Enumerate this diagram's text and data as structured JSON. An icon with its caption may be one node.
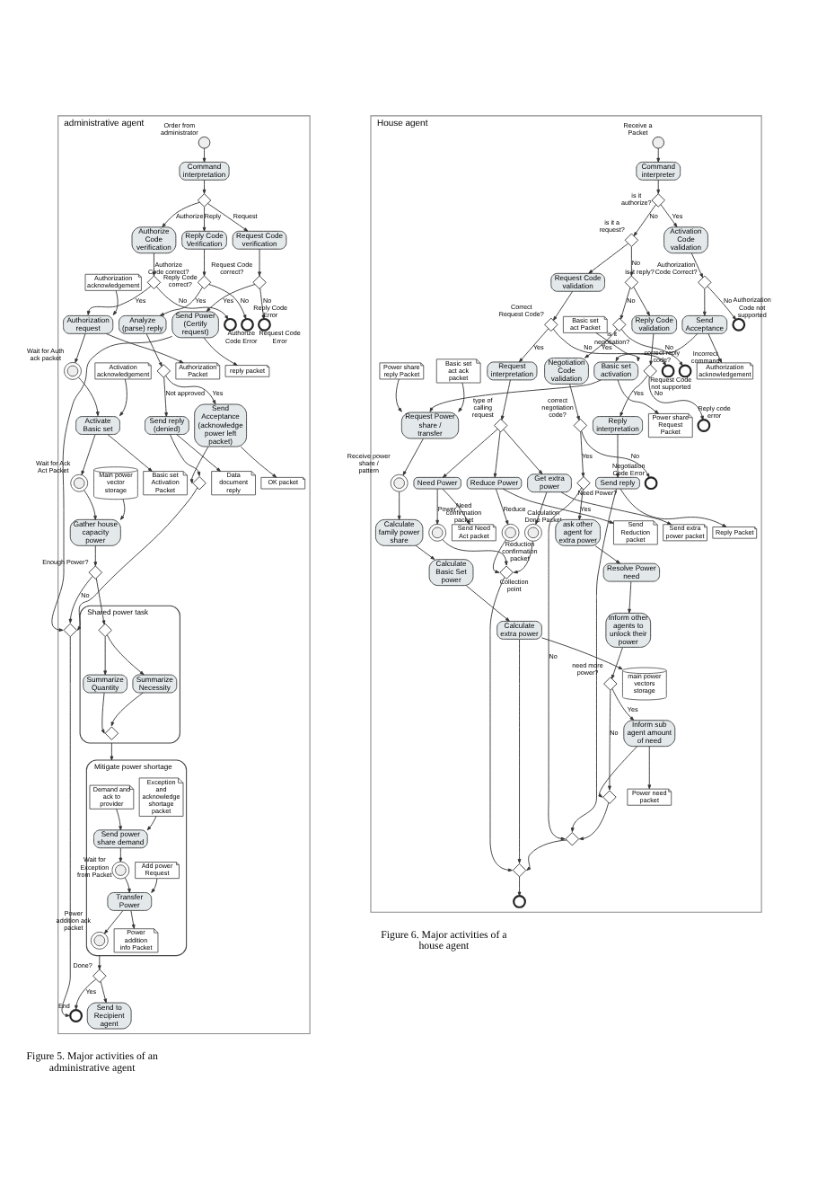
{
  "diagram": {
    "nodes": [
      {
        "text": [
          "administrative agent"
        ],
        "beside": [
          "Figure 5. Major activities of an administrative agent"
        ]
      },
      {
        "text": [
          "Order from administrator"
        ],
        "in": 0
      },
      {
        "text": [
          "Command interpretation"
        ],
        "in": 0
      },
      {
        "text": [],
        "shape": "diamond",
        "in": 0
      },
      {
        "text": [
          "Authorize Code verification"
        ],
        "in": 0
      },
      {
        "text": [
          "Authorize Code correct?"
        ],
        "in": 0
      },
      {
        "text": [
          "Authorize Code Error"
        ],
        "in": 0
      },
      {
        "text": [
          "Authorization Packet"
        ],
        "in": 0
      },
      {
        "text": [
          "Authorization acknowledgement"
        ],
        "in": 0
      },
      {
        "text": [
          "Authorization request"
        ],
        "in": 0
      },
      {
        "text": [
          "Wait for Auth ack packet"
        ],
        "in": 0
      },
      {
        "text": [
          "Basic set Activation Packet"
        ],
        "in": 0
      },
      {
        "text": [
          "Activation acknowledgement"
        ],
        "in": 0
      },
      {
        "text": [
          "Activate Basic set"
        ],
        "in": 0
      },
      {
        "text": [
          "Wait for Ack Act Packet"
        ],
        "in": 0
      },
      {
        "text": [
          "Main power vector storage"
        ],
        "in": 0
      },
      {
        "text": [
          "Gather house capacity power"
        ],
        "in": 0
      },
      {
        "text": [
          "Enough Power?"
        ],
        "in": 0
      },
      {
        "text": [
          "Shared power task"
        ],
        "in": 0
      },
      {
        "text": [],
        "shape": "diamond",
        "in": 18
      },
      {
        "text": [
          "Summarize Necessity"
        ],
        "in": 18
      },
      {
        "text": [
          "Summarize Quantity"
        ],
        "in": 18
      },
      {
        "text": [],
        "shape": "diamond",
        "in": 18
      },
      {
        "text": [
          "Mitigate power shortage"
        ],
        "in": 0
      },
      {
        "text": [
          "Demand and ack to provider"
        ],
        "in": 23
      },
      {
        "text": [
          "Exception and acknowledge shortage packet"
        ],
        "in": 23
      },
      {
        "text": [
          "Send power share demand"
        ],
        "in": 23
      },
      {
        "text": [
          "Wait for Exception from Packet"
        ],
        "in": 23
      },
      {
        "text": [
          "Add power Request"
        ],
        "in": 23
      },
      {
        "text": [
          "Power addition info Packet"
        ],
        "in": 23
      },
      {
        "text": [
          "Transfer Power"
        ],
        "in": 23
      },
      {
        "text": [
          "Power addition ack packet"
        ],
        "in": 23
      },
      {
        "text": [
          "Done?"
        ],
        "in": 0
      },
      {
        "text": [
          "Send to Recipient agent"
        ],
        "in": 0
      },
      {
        "text": [
          "Request Code verification"
        ],
        "in": 0
      },
      {
        "text": [
          "Request Code correct?"
        ],
        "in": 0
      },
      {
        "text": [
          "Request Code Error"
        ],
        "in": 0
      },
      {
        "text": [
          "reply packet"
        ],
        "in": 0
      },
      {
        "text": [
          "Send Power (Certify request)"
        ],
        "in": 0
      },
      {
        "text": [],
        "shape": "diamond",
        "in": 0
      },
      {
        "text": [
          "End"
        ],
        "in": 0
      },
      {
        "text": [
          "Reply Code Verification"
        ],
        "in": 0
      },
      {
        "text": [
          "Reply Code correct?"
        ],
        "in": 0
      },
      {
        "text": [
          "Reply Code Error"
        ],
        "in": 0
      },
      {
        "text": [
          "Analyze (parse) reply"
        ],
        "in": 0
      },
      {
        "text": [],
        "shape": "diamond",
        "in": 0
      },
      {
        "text": [
          "Data document reply"
        ],
        "in": 0
      },
      {
        "text": [
          "Send reply (denied)"
        ],
        "in": 0
      },
      {
        "text": [
          "OK packet"
        ],
        "in": 0
      },
      {
        "text": [
          "Send Acceptance (acknowledge power left packet)"
        ],
        "in": 0
      },
      {
        "text": [],
        "shape": "diamond",
        "in": 0
      },
      {
        "text": [
          "House agent"
        ],
        "beside": [
          "Figure 6. Major activities of a house agent"
        ]
      },
      {
        "text": [
          "Receive a Packet"
        ],
        "in": 51
      },
      {
        "text": [
          "Command interpreter"
        ],
        "in": 51
      },
      {
        "text": [
          "is it authorize?"
        ],
        "in": 51
      },
      {
        "text": [
          "Activation Code validation"
        ],
        "in": 51
      },
      {
        "text": [
          "Authorization Code Correct?"
        ],
        "in": 51
      },
      {
        "text": [
          "Authorization Code not supported"
        ],
        "in": 51
      },
      {
        "text": [
          "Authorization acknowledgement"
        ],
        "in": 51
      },
      {
        "text": [
          "Send Acceptance"
        ],
        "in": 51
      },
      {
        "text": [
          "Basic set act Packet"
        ],
        "in": 51
      },
      {
        "text": [
          "Power share Request Packet"
        ],
        "in": 51
      },
      {
        "text": [
          "Basic set activation"
        ],
        "in": 51
      },
      {
        "text": [
          "Basic set act ack packet"
        ],
        "in": 51
      },
      {
        "text": [
          "Power share reply Packet"
        ],
        "in": 51
      },
      {
        "text": [
          "Request Power share / transfer"
        ],
        "in": 51
      },
      {
        "text": [
          "Receive power share / pattern"
        ],
        "in": 51
      },
      {
        "text": [
          "Calculate family power share"
        ],
        "in": 51
      },
      {
        "text": [
          "Calculate Basic Set power"
        ],
        "in": 51
      },
      {
        "text": [
          "main power vectors storage"
        ],
        "in": 51
      },
      {
        "text": [
          "Calculate extra power"
        ],
        "in": 51
      },
      {
        "text": [
          "is it a request?"
        ],
        "in": 51
      },
      {
        "text": [
          "Request Code validation"
        ],
        "in": 51
      },
      {
        "text": [
          "Correct Request Code?"
        ],
        "in": 51
      },
      {
        "text": [
          "Request Code not supported"
        ],
        "in": 51
      },
      {
        "text": [
          "Request interpretation"
        ],
        "in": 51
      },
      {
        "text": [
          "type of calling request"
        ],
        "in": 51
      },
      {
        "text": [
          "Send Need Act packet"
        ],
        "in": 51
      },
      {
        "text": [
          "Need Power"
        ],
        "in": 51
      },
      {
        "text": [
          "Need confirmation packet"
        ],
        "in": 51
      },
      {
        "text": [
          "Send Reduction packet"
        ],
        "in": 51
      },
      {
        "text": [
          "Reduce Power"
        ],
        "in": 51
      },
      {
        "text": [
          "Reduction confirmation packet"
        ],
        "in": 51
      },
      {
        "text": [
          "Send extra power packet"
        ],
        "in": 51
      },
      {
        "text": [
          "Get extra power"
        ],
        "in": 51
      },
      {
        "text": [
          "Calculation Done Packet"
        ],
        "in": 51
      },
      {
        "text": [
          "Collection point"
        ],
        "in": 51
      },
      {
        "text": [],
        "shape": "diamond",
        "in": 51
      },
      {
        "text": [],
        "shape": "circle",
        "in": 51
      },
      {
        "text": [
          "is it reply?"
        ],
        "in": 51
      },
      {
        "text": [
          "Reply Code validation"
        ],
        "in": 51
      },
      {
        "text": [
          "correct reply code?"
        ],
        "in": 51
      },
      {
        "text": [
          "Reply code error"
        ],
        "in": 51
      },
      {
        "text": [
          "Reply interpretation"
        ],
        "in": 51
      },
      {
        "text": [
          "Reply Packet"
        ],
        "in": 51
      },
      {
        "text": [
          "Send reply"
        ],
        "in": 51
      },
      {
        "text": [],
        "shape": "diamond",
        "in": 51
      },
      {
        "text": [
          "is it negotiation?"
        ],
        "in": 51
      },
      {
        "text": [
          "Incorrect command"
        ],
        "in": 51
      },
      {
        "text": [
          "Negotiation Code validation"
        ],
        "in": 51
      },
      {
        "text": [
          "correct negotiation code?"
        ],
        "in": 51
      },
      {
        "text": [
          "Negotiation Code Error"
        ],
        "in": 51
      },
      {
        "text": [
          "Need Power?"
        ],
        "in": 51
      },
      {
        "text": [
          "ask other agent for extra power"
        ],
        "in": 51
      },
      {
        "text": [
          "Resolve Power need"
        ],
        "in": 51
      },
      {
        "text": [
          "Inform other agents to unlock their power"
        ],
        "in": 51
      },
      {
        "text": [
          "need more power?"
        ],
        "in": 51
      },
      {
        "text": [
          "Power need packet"
        ],
        "in": 51
      },
      {
        "text": [
          "Inform sub agent amount of need"
        ],
        "in": 51
      },
      {
        "text": [],
        "shape": "diamond",
        "in": 51
      }
    ],
    "edges": [
      {
        "from": 1,
        "to": 2,
        "arrow": "to"
      },
      {
        "from": 2,
        "to": 3,
        "arrow": "to"
      },
      {
        "from": 3,
        "to": 4,
        "arrow": "to",
        "label": "Authorize"
      },
      {
        "from": 3,
        "to": 34,
        "arrow": "to",
        "label": "Request"
      },
      {
        "from": 3,
        "to": 41,
        "arrow": "to",
        "label": "Reply"
      },
      {
        "from": 4,
        "to": 5,
        "arrow": "to"
      },
      {
        "from": 5,
        "to": 9,
        "arrow": "to",
        "label": "Yes"
      },
      {
        "from": 5,
        "to": 6,
        "arrow": "to",
        "label": "No"
      },
      {
        "from": 9,
        "to": 7,
        "arrow": "to"
      },
      {
        "from": 8,
        "to": 9,
        "arrow": "to"
      },
      {
        "from": 9,
        "to": 10,
        "arrow": "to"
      },
      {
        "from": 10,
        "to": 13,
        "arrow": "to"
      },
      {
        "from": 13,
        "to": 11,
        "arrow": "to"
      },
      {
        "from": 12,
        "to": 13,
        "arrow": "to"
      },
      {
        "from": 13,
        "to": 14,
        "arrow": "to"
      },
      {
        "from": 14,
        "to": 16,
        "arrow": "to"
      },
      {
        "from": 15,
        "to": 16,
        "arrow": "to"
      },
      {
        "from": 16,
        "to": 17,
        "arrow": "to"
      },
      {
        "from": 17,
        "to": 19,
        "arrow": "to"
      },
      {
        "from": 17,
        "to": 39,
        "arrow": "to",
        "label": "No"
      },
      {
        "from": 19,
        "to": 20,
        "arrow": "to"
      },
      {
        "from": 19,
        "to": 21,
        "arrow": "to"
      },
      {
        "from": 20,
        "to": 22,
        "arrow": "to"
      },
      {
        "from": 21,
        "to": 22,
        "arrow": "to"
      },
      {
        "from": 18,
        "to": 23,
        "arrow": "to"
      },
      {
        "from": 24,
        "to": 26,
        "arrow": "to"
      },
      {
        "from": 25,
        "to": 26,
        "arrow": "to"
      },
      {
        "from": 26,
        "to": 27,
        "arrow": "to"
      },
      {
        "from": 27,
        "to": 30,
        "arrow": "to"
      },
      {
        "from": 28,
        "to": 30,
        "arrow": "to"
      },
      {
        "from": 30,
        "to": 29,
        "arrow": "to"
      },
      {
        "from": 30,
        "to": 31,
        "arrow": "to"
      },
      {
        "from": 23,
        "to": 32,
        "arrow": "to"
      },
      {
        "from": 32,
        "to": 33,
        "arrow": "to"
      },
      {
        "from": 32,
        "to": 40,
        "arrow": "to",
        "label": "Yes"
      },
      {
        "from": 34,
        "to": 35,
        "arrow": "to"
      },
      {
        "from": 35,
        "to": 38,
        "arrow": "to",
        "label": "Yes"
      },
      {
        "from": 35,
        "to": 36,
        "arrow": "to",
        "label": "No"
      },
      {
        "from": 38,
        "to": 37,
        "arrow": "to"
      },
      {
        "from": 38,
        "to": 39,
        "arrow": "to"
      },
      {
        "from": 39,
        "to": 40,
        "arrow": "to"
      },
      {
        "from": 41,
        "to": 42,
        "arrow": "to"
      },
      {
        "from": 42,
        "to": 44,
        "arrow": "to",
        "label": "Yes"
      },
      {
        "from": 42,
        "to": 43,
        "arrow": "to",
        "label": "No"
      },
      {
        "from": 44,
        "to": 45,
        "arrow": "to"
      },
      {
        "from": 45,
        "to": 47,
        "arrow": "to",
        "label": "Not approved"
      },
      {
        "from": 45,
        "to": 49,
        "arrow": "to",
        "label": "Yes"
      },
      {
        "from": 47,
        "to": 46,
        "arrow": "to"
      },
      {
        "from": 49,
        "to": 48,
        "arrow": "to"
      },
      {
        "from": 47,
        "to": 50,
        "arrow": "to"
      },
      {
        "from": 49,
        "to": 50,
        "arrow": "to"
      },
      {
        "from": 50,
        "to": 39,
        "arrow": "to"
      },
      {
        "from": 52,
        "to": 53,
        "arrow": "to"
      },
      {
        "from": 53,
        "to": 54,
        "arrow": "to"
      },
      {
        "from": 54,
        "to": 55,
        "arrow": "to",
        "label": "Yes"
      },
      {
        "from": 54,
        "to": 71,
        "arrow": "to",
        "label": "No"
      },
      {
        "from": 55,
        "to": 56,
        "arrow": "to"
      },
      {
        "from": 56,
        "to": 59,
        "arrow": "to"
      },
      {
        "from": 56,
        "to": 57,
        "arrow": "to",
        "label": "No"
      },
      {
        "from": 59,
        "to": 58,
        "arrow": "to"
      },
      {
        "from": 59,
        "to": 62,
        "arrow": "to"
      },
      {
        "from": 60,
        "to": 62,
        "arrow": "to"
      },
      {
        "from": 62,
        "to": 61,
        "arrow": "to"
      },
      {
        "from": 62,
        "to": 65,
        "arrow": "to"
      },
      {
        "from": 63,
        "to": 65,
        "arrow": "to"
      },
      {
        "from": 64,
        "to": 65,
        "arrow": "to"
      },
      {
        "from": 65,
        "to": 66,
        "arrow": "to"
      },
      {
        "from": 66,
        "to": 67,
        "arrow": "to"
      },
      {
        "from": 67,
        "to": 68,
        "arrow": "to"
      },
      {
        "from": 68,
        "to": 70,
        "arrow": "to"
      },
      {
        "from": 70,
        "to": 69,
        "arrow": "to"
      },
      {
        "from": 70,
        "to": 87,
        "arrow": "to"
      },
      {
        "from": 71,
        "to": 72,
        "arrow": "to"
      },
      {
        "from": 71,
        "to": 89,
        "arrow": "to",
        "label": "No"
      },
      {
        "from": 72,
        "to": 73,
        "arrow": "to"
      },
      {
        "from": 73,
        "to": 75,
        "arrow": "to",
        "label": "Yes"
      },
      {
        "from": 73,
        "to": 74,
        "arrow": "to",
        "label": "No"
      },
      {
        "from": 75,
        "to": 76,
        "arrow": "to"
      },
      {
        "from": 76,
        "to": 78,
        "arrow": "to"
      },
      {
        "from": 76,
        "to": 81,
        "arrow": "to"
      },
      {
        "from": 76,
        "to": 84,
        "arrow": "to"
      },
      {
        "from": 78,
        "to": 77,
        "arrow": "to"
      },
      {
        "from": 78,
        "to": 79,
        "arrow": "to",
        "label": "Power"
      },
      {
        "from": 81,
        "to": 80,
        "arrow": "to"
      },
      {
        "from": 81,
        "to": 82,
        "arrow": "to",
        "label": "Reduce"
      },
      {
        "from": 84,
        "to": 83,
        "arrow": "to"
      },
      {
        "from": 84,
        "to": 85,
        "arrow": "to"
      },
      {
        "from": 79,
        "to": 86,
        "arrow": "to"
      },
      {
        "from": 82,
        "to": 86,
        "arrow": "to"
      },
      {
        "from": 85,
        "to": 86,
        "arrow": "to"
      },
      {
        "from": 86,
        "to": 87,
        "arrow": "to"
      },
      {
        "from": 87,
        "to": 88,
        "arrow": "to"
      },
      {
        "from": 89,
        "to": 90,
        "arrow": "to"
      },
      {
        "from": 89,
        "to": 97,
        "arrow": "to",
        "label": "No"
      },
      {
        "from": 90,
        "to": 91,
        "arrow": "to"
      },
      {
        "from": 91,
        "to": 93,
        "arrow": "to",
        "label": "Yes"
      },
      {
        "from": 91,
        "to": 92,
        "arrow": "to",
        "label": "No"
      },
      {
        "from": 93,
        "to": 95,
        "arrow": "to"
      },
      {
        "from": 95,
        "to": 94,
        "arrow": "to"
      },
      {
        "from": 95,
        "to": 96,
        "arrow": "to"
      },
      {
        "from": 96,
        "to": 87,
        "arrow": "to"
      },
      {
        "from": 97,
        "to": 99,
        "arrow": "to",
        "label": "Yes"
      },
      {
        "from": 97,
        "to": 98,
        "arrow": "to",
        "label": "No"
      },
      {
        "from": 99,
        "to": 100,
        "arrow": "to"
      },
      {
        "from": 100,
        "to": 102,
        "arrow": "to",
        "label": "Yes"
      },
      {
        "from": 100,
        "to": 101,
        "arrow": "to",
        "label": "No"
      },
      {
        "from": 102,
        "to": 103,
        "arrow": "to",
        "label": "Yes"
      },
      {
        "from": 102,
        "to": 96,
        "arrow": "to",
        "label": "No"
      },
      {
        "from": 103,
        "to": 104,
        "arrow": "to"
      },
      {
        "from": 104,
        "to": 105,
        "arrow": "to"
      },
      {
        "from": 105,
        "to": 106,
        "arrow": "to"
      },
      {
        "from": 106,
        "to": 108,
        "arrow": "to",
        "label": "Yes"
      },
      {
        "from": 106,
        "to": 109,
        "arrow": "to",
        "label": "No"
      },
      {
        "from": 108,
        "to": 107,
        "arrow": "to"
      },
      {
        "from": 108,
        "to": 109,
        "arrow": "to"
      },
      {
        "from": 109,
        "to": 96,
        "arrow": "to"
      }
    ]
  }
}
